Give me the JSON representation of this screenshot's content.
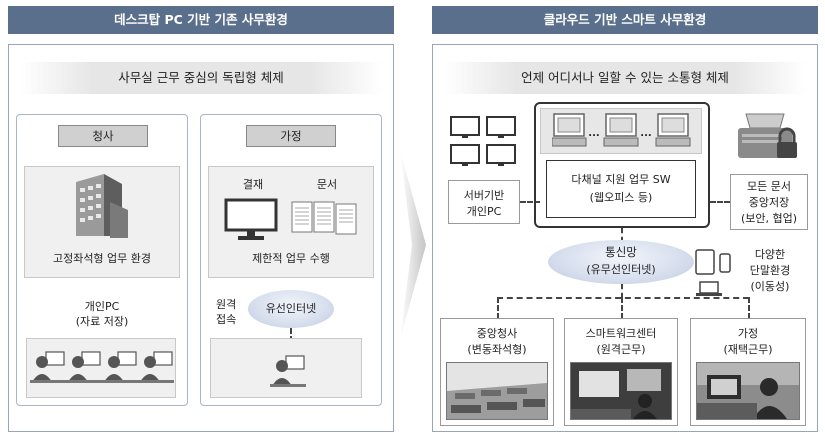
{
  "left": {
    "title": "데스크탑 PC 기반 기존 사무환경",
    "banner": "사무실 근무 중심의 독립형 체제",
    "office": {
      "tag": "청사",
      "env_label": "고정좌석형 업무 환경",
      "pc_label_1": "개인PC",
      "pc_label_2": "(자료 저장)"
    },
    "home": {
      "tag": "가정",
      "col1": "결재",
      "col2": "문서",
      "limited_label": "제한적 업무 수행",
      "remote_1": "원격",
      "remote_2": "접속",
      "cloud": "유선인터넷"
    }
  },
  "right": {
    "title": "클라우드 기반 스마트 사무환경",
    "banner": "언제 어디서나 일할 수 있는 소통형 체제",
    "dots": "...",
    "server_1": "서버기반",
    "server_2": "개인PC",
    "sw_1": "다채널 지원 업무 SW",
    "sw_2": "(웹오피스 등)",
    "docs_1": "모든 문서",
    "docs_2": "중앙저장",
    "docs_3": "(보안, 협업)",
    "network_1": "통신망",
    "network_2": "(유무선인터넷)",
    "device_1": "다양한",
    "device_2": "단말환경",
    "device_3": "(이동성)",
    "site1_1": "중앙청사",
    "site1_2": "(변동좌석형)",
    "site2_1": "스마트워크센터",
    "site2_2": "(원격근무)",
    "site3_1": "가정",
    "site3_2": "(재택근무)"
  },
  "colors": {
    "header": "#5a6f8c",
    "frame": "#9aa6b8",
    "cloud": "#c9d3e6"
  }
}
